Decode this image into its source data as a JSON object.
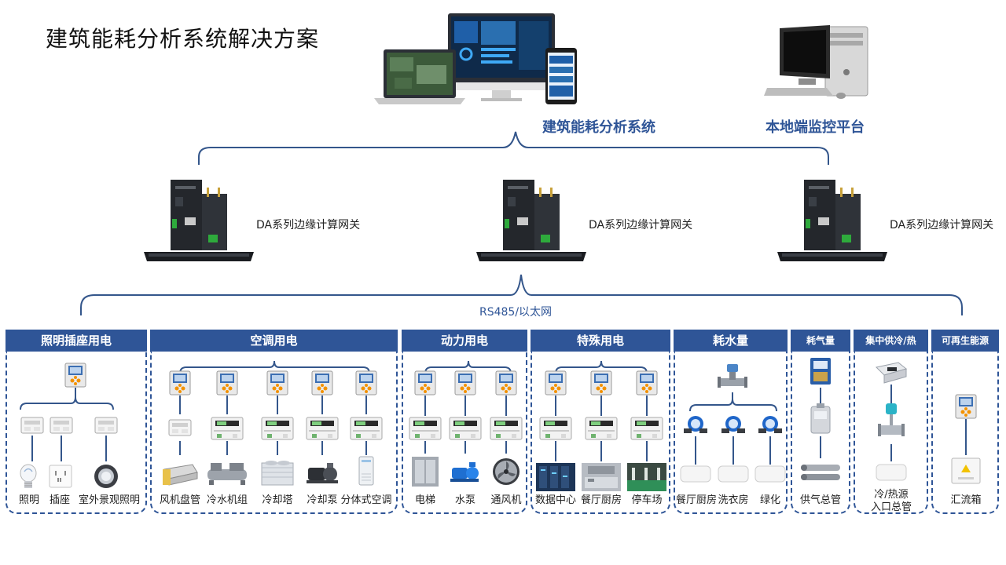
{
  "page": {
    "title": "建筑能耗分析系统解决方案"
  },
  "systems": {
    "cloud_label": "建筑能耗分析系统",
    "local_label": "本地端监控平台"
  },
  "gateways": [
    {
      "label": "DA系列边缘计算网关"
    },
    {
      "label": "DA系列边缘计算网关"
    },
    {
      "label": "DA系列边缘计算网关"
    }
  ],
  "bus": {
    "label": "RS485/以太网"
  },
  "categories": [
    {
      "title": "照明插座用电",
      "items": [
        "照明",
        "插座",
        "室外景观照明"
      ]
    },
    {
      "title": "空调用电",
      "items": [
        "风机盘管",
        "冷水机组",
        "冷却塔",
        "冷却泵",
        "分体式空调"
      ]
    },
    {
      "title": "动力用电",
      "items": [
        "电梯",
        "水泵",
        "通风机"
      ]
    },
    {
      "title": "特殊用电",
      "items": [
        "数据中心",
        "餐厅厨房",
        "停车场"
      ]
    },
    {
      "title": "耗水量",
      "items": [
        "餐厅厨房",
        "洗衣房",
        "绿化"
      ]
    },
    {
      "title": "耗气量",
      "items": [
        "供气总管"
      ]
    },
    {
      "title": "集中供冷/热",
      "items": [
        "冷/热源",
        "入口总管"
      ]
    },
    {
      "title": "可再生能源",
      "items": [
        "汇流箱"
      ]
    }
  ],
  "colors": {
    "accent": "#2f5597",
    "line": "#34568b",
    "meter_orange": "#f39200",
    "screen_blue": "#4a8fd8"
  }
}
